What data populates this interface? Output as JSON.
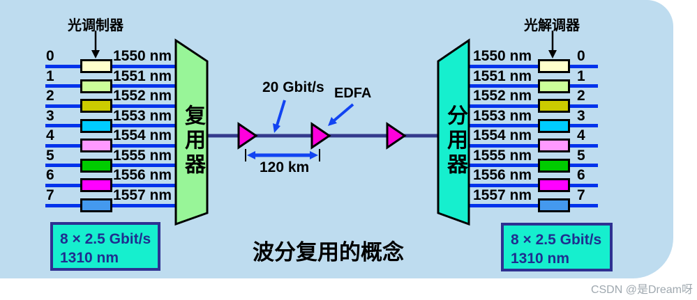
{
  "title": "波分复用的概念",
  "watermark": "CSDN @是Dream呀",
  "transmitter": {
    "label": "光调制器",
    "info_line1": "8 × 2.5 Gbit/s",
    "info_line2": "1310 nm"
  },
  "multiplexer": {
    "label": "复用器"
  },
  "demultiplexer": {
    "label": "分用器"
  },
  "receiver": {
    "label": "光解调器",
    "info_line1": "8 × 2.5 Gbit/s",
    "info_line2": "1310 nm"
  },
  "link": {
    "bitrate_label": "20 Gbit/s",
    "amplifier_label": "EDFA",
    "span_label": "120 km"
  },
  "channels": [
    {
      "id": "0",
      "wavelength": "1550 nm",
      "color": "#FFFFCC"
    },
    {
      "id": "1",
      "wavelength": "1551 nm",
      "color": "#CCFF99"
    },
    {
      "id": "2",
      "wavelength": "1552 nm",
      "color": "#CCCC00"
    },
    {
      "id": "3",
      "wavelength": "1553 nm",
      "color": "#00CCFF"
    },
    {
      "id": "4",
      "wavelength": "1554 nm",
      "color": "#FF99FF"
    },
    {
      "id": "5",
      "wavelength": "1555 nm",
      "color": "#00CC00"
    },
    {
      "id": "6",
      "wavelength": "1556 nm",
      "color": "#FF00FF"
    },
    {
      "id": "7",
      "wavelength": "1557 nm",
      "color": "#4499EE"
    }
  ],
  "colors": {
    "panel_background": "#BEDCEF",
    "channel_line": "#0233EB",
    "trunk_line": "#343A8C",
    "mux_fill": "#98F598",
    "demux_fill": "#16EFCE",
    "info_box_fill": "#16EFCE",
    "info_box_border": "#2E3192",
    "info_box_text": "#1F2E8F",
    "amplifier_fill": "#FF00DC",
    "arrow_blue": "#1244F2",
    "watermark_text": "#9FA8AF"
  }
}
